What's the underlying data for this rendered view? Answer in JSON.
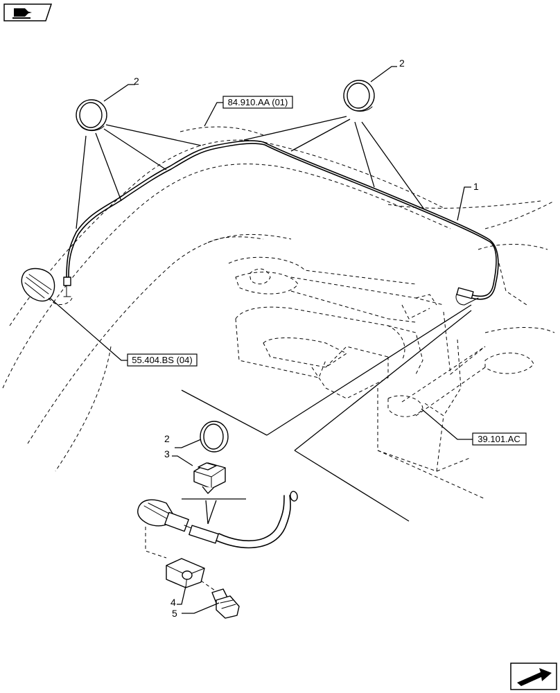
{
  "callouts": {
    "c1": "1",
    "c2_left": "2",
    "c2_right": "2",
    "c2_detail": "2",
    "c3": "3",
    "c4": "4",
    "c5": "5"
  },
  "refs": {
    "harness_ref": "84.910.AA (01)",
    "lamp_ref": "55.404.BS (04)",
    "frame_ref": "39.101.AC"
  },
  "icons": {
    "top_left": "book-arrow-icon",
    "bottom_right": "next-page-arrow-icon"
  }
}
